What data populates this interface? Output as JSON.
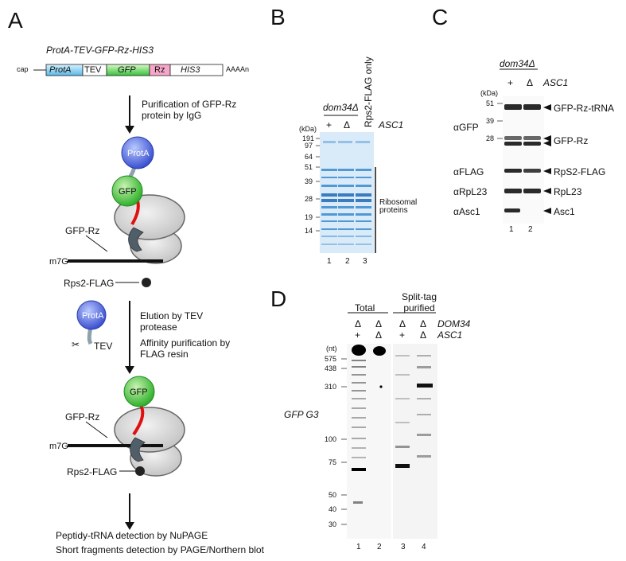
{
  "panels": {
    "a": {
      "letter": "A",
      "construct_title": "ProtA-TEV-GFP-Rz-HIS3",
      "cap": "cap",
      "polyA": "AAAAn",
      "segments": [
        "ProtA",
        "TEV",
        "GFP",
        "Rz",
        "HIS3"
      ],
      "step1": "Purification of GFP-Rz protein by IgG",
      "protA": "ProtA",
      "gfp": "GFP",
      "gfp_rz": "GFP-Rz",
      "m7g": "m7G",
      "rps2": "Rps2-FLAG",
      "step2a": "Elution by TEV protease",
      "step2b": "Affinity purification by FLAG resin",
      "tev": "TEV",
      "final1": "Peptidy-tRNA detection by NuPAGE",
      "final2": "Short fragments detection by PAGE/Northern blot"
    },
    "b": {
      "letter": "B",
      "strain": "dom34Δ",
      "rps2_only": "Rps2-FLAG only",
      "kda": "(kDa)",
      "markers": [
        "191",
        "97",
        "64",
        "51",
        "39",
        "28",
        "19",
        "14"
      ],
      "genotype": [
        "+",
        "Δ"
      ],
      "asc1": "ASC1",
      "bracket_label": "Ribosomal proteins",
      "lanes": [
        "1",
        "2",
        "3"
      ]
    },
    "c": {
      "letter": "C",
      "strain": "dom34Δ",
      "genotype": [
        "+",
        "Δ"
      ],
      "asc1": "ASC1",
      "kda": "(kDa)",
      "markers": [
        "51",
        "39",
        "28"
      ],
      "antibodies": [
        "αGFP",
        "αFLAG",
        "αRpL23",
        "αAsc1"
      ],
      "bands": [
        "GFP-Rz-tRNA",
        "GFP-Rz",
        "RpS2-FLAG",
        "RpL23",
        "Asc1"
      ],
      "lanes": [
        "1",
        "2"
      ]
    },
    "d": {
      "letter": "D",
      "total": "Total",
      "split": "Split-tag purified",
      "dom34_row": [
        "Δ",
        "Δ",
        "Δ",
        "Δ"
      ],
      "dom34": "DOM34",
      "asc1_row": [
        "+",
        "Δ",
        "+",
        "Δ"
      ],
      "asc1": "ASC1",
      "nt": "(nt)",
      "markers": [
        "575",
        "438",
        "310",
        "100",
        "75",
        "50",
        "40",
        "30"
      ],
      "probe": "GFP G3",
      "lanes": [
        "1",
        "2",
        "3",
        "4"
      ]
    }
  }
}
